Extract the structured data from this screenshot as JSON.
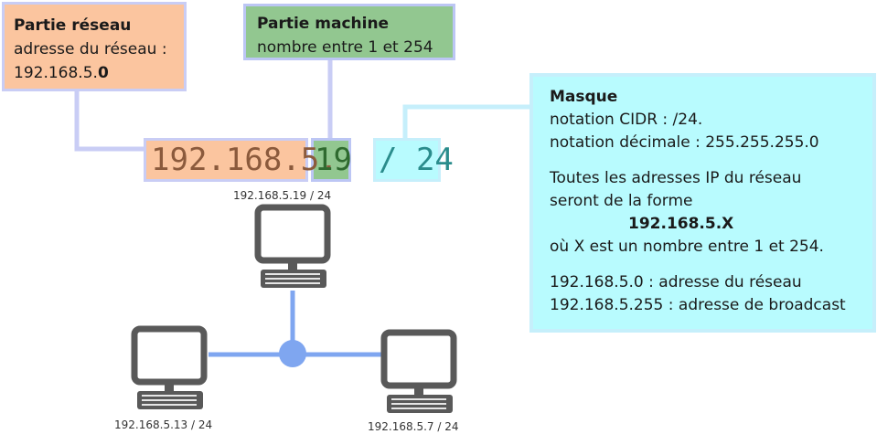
{
  "network_box": {
    "title": "Partie réseau",
    "line1": "adresse du réseau :",
    "addr_prefix": "192.168.5.",
    "addr_bold": "0"
  },
  "machine_box": {
    "title": "Partie machine",
    "line1": "nombre entre 1 et 254"
  },
  "mask_box": {
    "title": "Masque",
    "cidr": "notation CIDR : /24.",
    "decimal": "notation décimale : 255.255.255.0",
    "desc1": "Toutes les adresses IP du réseau",
    "desc2": "seront de la forme",
    "pattern": "192.168.5.X",
    "desc3": "où X est un nombre entre 1 et 254.",
    "network_addr": "192.168.5.0 : adresse du réseau",
    "broadcast_addr": "192.168.5.255 : adresse de broadcast"
  },
  "ip_display": {
    "network_part": "192.168.5.",
    "host_part": "19",
    "mask_part": "/ 24"
  },
  "computers": {
    "top": "192.168.5.19 / 24",
    "left": "192.168.5.13 / 24",
    "right": "192.168.5.7 / 24"
  },
  "colors": {
    "network": "#fbc59f",
    "machine": "#92c790",
    "mask": "#b8fbfe",
    "connector": "#c9cdf5",
    "link": "#7fa6f0",
    "computer": "#595959"
  }
}
